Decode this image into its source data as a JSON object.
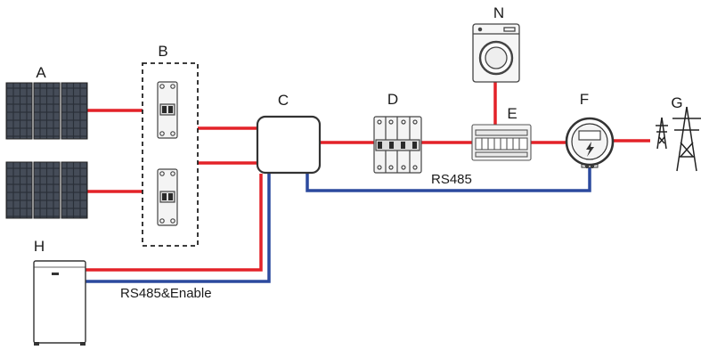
{
  "diagram": {
    "labels": {
      "pv_array": "A",
      "pv_switch": "B",
      "inverter": "C",
      "ac_switch": "D",
      "distribution_box": "E",
      "smart_meter": "F",
      "grid": "G",
      "battery": "H",
      "load": "N"
    },
    "wire_labels": {
      "inverter_meter": "RS485",
      "inverter_battery": "RS485&Enable"
    },
    "colors": {
      "power_wire": "#e32228",
      "comm_wire": "#2c4a9e",
      "outline": "#333333"
    }
  }
}
